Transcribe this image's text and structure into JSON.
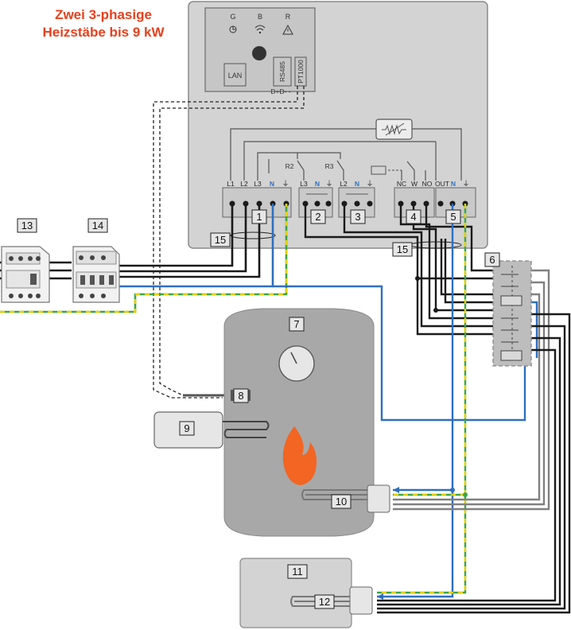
{
  "title_line1": "Zwei 3-phasige",
  "title_line2": "Heizstäbe bis 9 kW",
  "led_labels": {
    "green": "G",
    "blue": "B",
    "red": "R"
  },
  "ports": {
    "lan": "LAN",
    "rs485": "RS485",
    "rs485_pins": "D+D- -",
    "pt1000": "PT1000"
  },
  "terminals": {
    "block1": [
      "L1",
      "L2",
      "L3",
      "N",
      "⏚"
    ],
    "block2": [
      "L3",
      "N",
      "⏚"
    ],
    "block3": [
      "L2",
      "N",
      "⏚"
    ],
    "block4": [
      "NC",
      "W",
      "NO"
    ],
    "block5": [
      "OUT",
      "N",
      "⏚"
    ]
  },
  "relays": {
    "r2": "R2",
    "r3": "R3"
  },
  "numbers": {
    "n1": "1",
    "n2": "2",
    "n3": "3",
    "n4": "4",
    "n5": "5",
    "n6": "6",
    "n7": "7",
    "n8": "8",
    "n9": "9",
    "n10": "10",
    "n11": "11",
    "n12": "12",
    "n13": "13",
    "n14": "14",
    "n15a": "15",
    "n15b": "15"
  },
  "colors": {
    "title": "#e8401c",
    "device": "#d3d3d3",
    "tank": "#a8a8a8",
    "wire_black": "#1a1a1a",
    "wire_grey": "#808080",
    "wire_blue": "#2f6fbf",
    "wire_pe_green": "#3aa54a",
    "wire_pe_yellow": "#e6d200",
    "flame": "#f26522"
  }
}
